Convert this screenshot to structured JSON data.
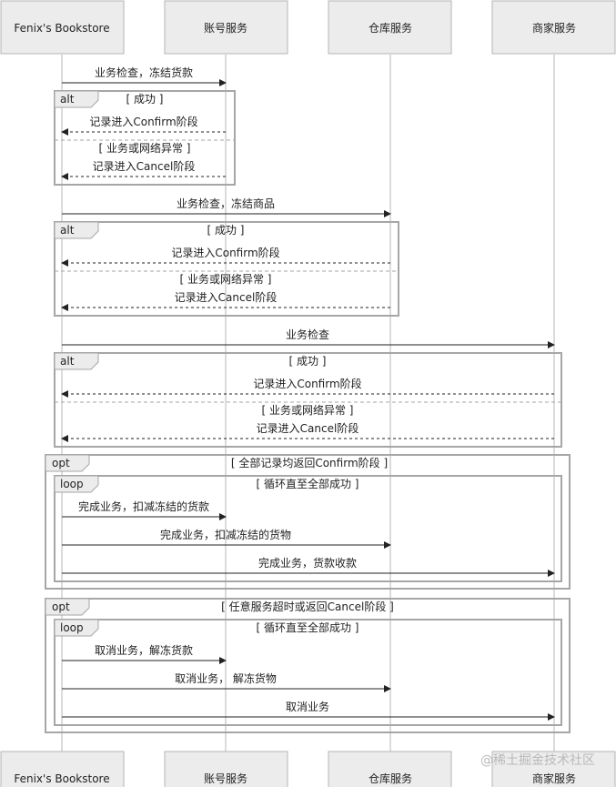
{
  "participants": [
    "Fenix's Bookstore",
    "账号服务",
    "仓库服务",
    "商家服务"
  ],
  "messages": [
    {
      "text": "业务检查，冻结货款",
      "from": 0,
      "to": 1,
      "style": "solid"
    },
    {
      "text": "记录进入Confirm阶段",
      "from": 1,
      "to": 0,
      "style": "dashed"
    },
    {
      "text": "记录进入Cancel阶段",
      "from": 1,
      "to": 0,
      "style": "dashed"
    },
    {
      "text": "业务检查，冻结商品",
      "from": 0,
      "to": 2,
      "style": "solid"
    },
    {
      "text": "记录进入Confirm阶段",
      "from": 2,
      "to": 0,
      "style": "dashed"
    },
    {
      "text": "记录进入Cancel阶段",
      "from": 2,
      "to": 0,
      "style": "dashed"
    },
    {
      "text": "业务检查",
      "from": 0,
      "to": 3,
      "style": "solid"
    },
    {
      "text": "记录进入Confirm阶段",
      "from": 3,
      "to": 0,
      "style": "dashed"
    },
    {
      "text": "记录进入Cancel阶段",
      "from": 3,
      "to": 0,
      "style": "dashed"
    },
    {
      "text": "完成业务，扣减冻结的货款",
      "from": 0,
      "to": 1,
      "style": "solid"
    },
    {
      "text": "完成业务，扣减冻结的货物",
      "from": 0,
      "to": 2,
      "style": "solid"
    },
    {
      "text": "完成业务，货款收款",
      "from": 0,
      "to": 3,
      "style": "solid"
    },
    {
      "text": "取消业务，解冻货款",
      "from": 0,
      "to": 1,
      "style": "solid"
    },
    {
      "text": "取消业务， 解冻货物",
      "from": 0,
      "to": 2,
      "style": "solid"
    },
    {
      "text": "取消业务",
      "from": 0,
      "to": 3,
      "style": "solid"
    }
  ],
  "frames": [
    {
      "operator": "alt",
      "guard": "[ 成功 ]",
      "else_guard": "[ 业务或网络异常 ]"
    },
    {
      "operator": "alt",
      "guard": "[ 成功 ]",
      "else_guard": "[ 业务或网络异常 ]"
    },
    {
      "operator": "alt",
      "guard": "[ 成功 ]",
      "else_guard": "[ 业务或网络异常 ]"
    },
    {
      "operator": "opt",
      "guard": "[ 全部记录均返回Confirm阶段 ]"
    },
    {
      "operator": "loop",
      "guard": "[ 循环直至全部成功 ]"
    },
    {
      "operator": "opt",
      "guard": "[ 任意服务超时或返回Cancel阶段 ]"
    },
    {
      "operator": "loop",
      "guard": "[ 循环直至全部成功 ]"
    }
  ],
  "watermark": "@稀土掘金技术社区"
}
